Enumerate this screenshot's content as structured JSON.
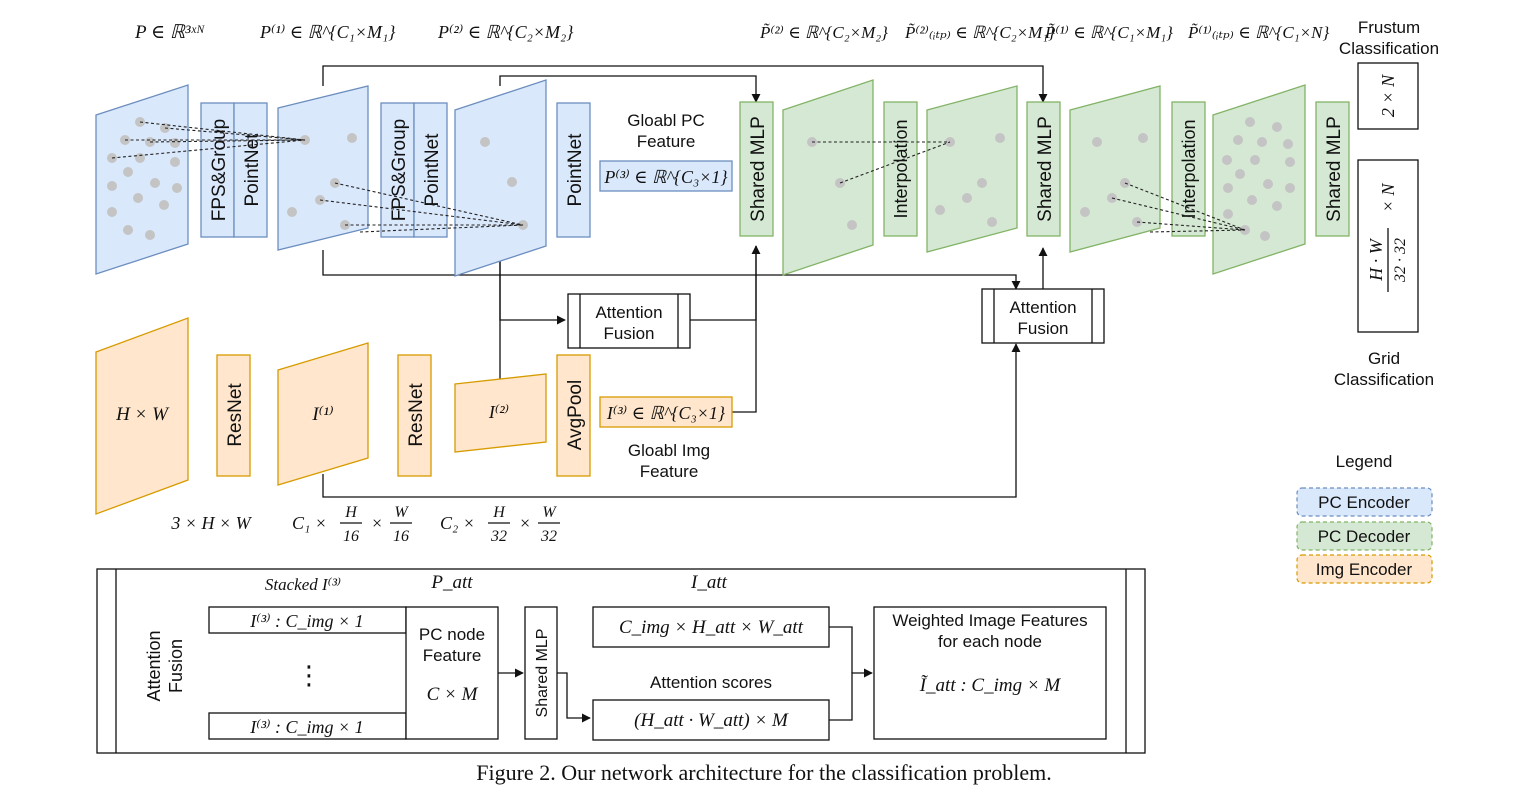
{
  "math": {
    "p_in": "P ∈ ℝ³ˣᴺ",
    "p1": "P⁽¹⁾ ∈ ℝ^{C₁×M₁}",
    "p2": "P⁽²⁾ ∈ ℝ^{C₂×M₂}",
    "p3": "P⁽³⁾ ∈ ℝ^{C₃×1}",
    "pt2": "P̃⁽²⁾ ∈ ℝ^{C₂×M₂}",
    "pt2_itp": "P̃⁽²⁾₍ᵢₜₚ₎ ∈ ℝ^{C₂×M₁}",
    "pt1": "P̃⁽¹⁾ ∈ ℝ^{C₁×M₁}",
    "pt1_itp": "P̃⁽¹⁾₍ᵢₜₚ₎ ∈ ℝ^{C₁×N}",
    "img_in": "H × W",
    "i1": "I⁽¹⁾",
    "i2": "I⁽²⁾",
    "i3": "I⁽³⁾ ∈ ℝ^{C₃×1}",
    "dim_in": "3 × H × W",
    "dim1_c": "C₁ ×",
    "dim1_h": "H",
    "dim1_16a": "16",
    "dim1_x": "×",
    "dim1_w": "W",
    "dim1_16b": "16",
    "dim2_c": "C₂ ×",
    "dim2_h": "H",
    "dim2_32a": "32",
    "dim2_x": "×",
    "dim2_w": "W",
    "dim2_32b": "32",
    "frustum_out": "2 × N",
    "grid_num": "H · W",
    "grid_den": "32 · 32",
    "grid_n": "× N"
  },
  "labels": {
    "fps1": "FPS&Group",
    "pointnet1": "PointNet",
    "fps2": "FPS&Group",
    "pointnet2": "PointNet",
    "pointnet3": "PointNet",
    "shared_mlp1": "Shared MLP",
    "interp1": "Interpolation",
    "shared_mlp2": "Shared MLP",
    "interp2": "Interpolation",
    "shared_mlp3": "Shared MLP",
    "global_pc_1": "Gloabl PC",
    "global_pc_2": "Feature",
    "global_img_1": "Gloabl Img",
    "global_img_2": "Feature",
    "resnet1": "ResNet",
    "resnet2": "ResNet",
    "avgpool": "AvgPool",
    "att1_a": "Attention",
    "att1_b": "Fusion",
    "att2_a": "Attention",
    "att2_b": "Fusion",
    "frustum_a": "Frustum",
    "frustum_b": "Classification",
    "grid_a": "Grid",
    "grid_b": "Classification",
    "legend_title": "Legend",
    "legend_pc_enc": "PC Encoder",
    "legend_pc_dec": "PC Decoder",
    "legend_img_enc": "Img Encoder"
  },
  "detail": {
    "side_a": "Attention",
    "side_b": "Fusion",
    "stacked": "Stacked I⁽³⁾",
    "p_att": "P_att",
    "i_att": "I_att",
    "row1": "I⁽³⁾ : C_img × 1",
    "ellipsis": "⋮",
    "row2": "I⁽³⁾ : C_img × 1",
    "pc_node_1": "PC node",
    "pc_node_2": "Feature",
    "pc_node_dim": "C × M",
    "shared_mlp": "Shared MLP",
    "cimg_dim": "C_img × H_att × W_att",
    "att_scores": "Attention scores",
    "att_dim": "(H_att · W_att) × M",
    "weighted_1": "Weighted Image Features",
    "weighted_2": "for each node",
    "weighted_dim": "Ĩ_att : C_img × M"
  },
  "caption": "Figure 2. Our network architecture for the classification problem.",
  "colors": {
    "pc_encoder_fill": "#dae8fc",
    "pc_encoder_stroke": "#6c8ebf",
    "pc_decoder_fill": "#d5e8d4",
    "pc_decoder_stroke": "#82b366",
    "img_encoder_fill": "#ffe6cc",
    "img_encoder_stroke": "#d79b00"
  }
}
